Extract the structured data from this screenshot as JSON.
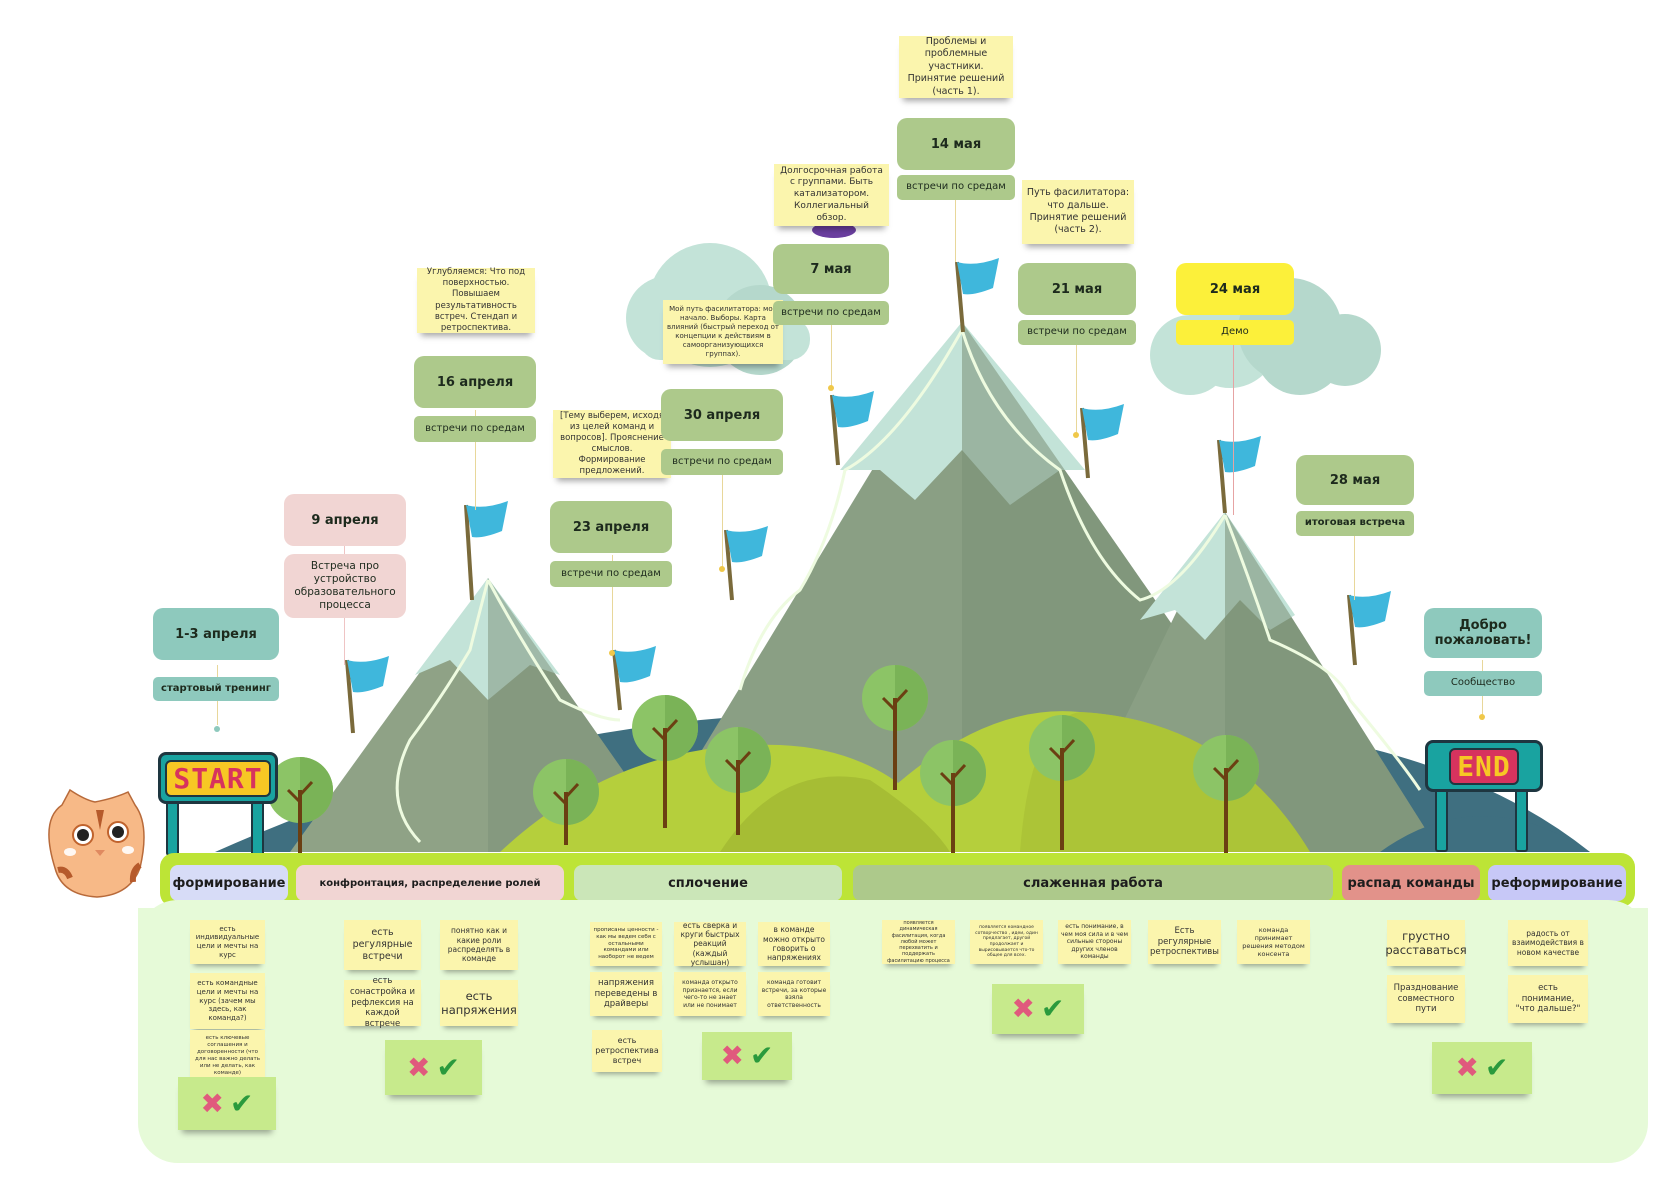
{
  "milestones": [
    {
      "id": "apr1-3",
      "date": "1-3 апреля",
      "subtitle": "стартовый тренинг",
      "color": "#8ec9bd"
    },
    {
      "id": "apr9",
      "date": "9 апреля",
      "subtitle": "Встреча про устройство образовательного процесса",
      "color": "#f1d5d3"
    },
    {
      "id": "apr16",
      "date": "16 апреля",
      "subtitle": "встречи по средам",
      "note": "Углубляемся: Что под поверхностью. Повышаем результативность встреч. Стендап и ретроспектива.",
      "color": "#adc98b"
    },
    {
      "id": "apr23",
      "date": "23 апреля",
      "subtitle": "встречи по средам",
      "note": "[Тему выберем, исходя из целей команд и вопросов]. Прояснение смыслов. Формирование предложений.",
      "color": "#adc98b"
    },
    {
      "id": "apr30",
      "date": "30 апреля",
      "subtitle": "встречи по средам",
      "note": "Мой путь фасилитатора: моё начало. Выборы. Карта влияний (быстрый переход от концепции к действиям в самоорганизующихся группах).",
      "color": "#adc98b"
    },
    {
      "id": "may7",
      "date": "7 мая",
      "subtitle": "встречи по средам",
      "note": "Долгосрочная работа с группами. Быть катализатором. Коллегиальный обзор.",
      "color": "#adc98b"
    },
    {
      "id": "may14",
      "date": "14 мая",
      "subtitle": "встречи по средам",
      "note": "Проблемы и проблемные участники. Принятие решений (часть 1).",
      "color": "#adc98b"
    },
    {
      "id": "may21",
      "date": "21 мая",
      "subtitle": "встречи по средам",
      "note": "Путь фасилитатора: что дальше. Принятие решений (часть 2).",
      "color": "#adc98b"
    },
    {
      "id": "may24",
      "date": "24 мая",
      "subtitle": "Демо",
      "color": "#fcf03a"
    },
    {
      "id": "may28",
      "date": "28 мая",
      "subtitle": "итоговая встреча",
      "color": "#adc98b"
    },
    {
      "id": "welcome",
      "date": "Добро пожаловать!",
      "subtitle": "Сообщество",
      "color": "#8ec9bd"
    }
  ],
  "signs": {
    "start": "START",
    "end": "END"
  },
  "phases": [
    {
      "label": "формирование",
      "color": "#d7dcf7"
    },
    {
      "label": "конфронтация, распределение ролей",
      "color": "#f1d5d3"
    },
    {
      "label": "сплочение",
      "color": "#cbe6b8"
    },
    {
      "label": "слаженная работа",
      "color": "#adc98b"
    },
    {
      "label": "распад команды",
      "color": "#e2928a"
    },
    {
      "label": "реформирование",
      "color": "#c7c8f7"
    }
  ],
  "phase_notes": [
    {
      "phase": "формирование",
      "notes": [
        "есть индивидуальные цели и мечты на курс",
        "есть командные цели и мечты на курс (зачем мы здесь, как команда?)",
        "есть ключевые соглашения и договоренности (что для нас важно делать или не делать, как команде)"
      ]
    },
    {
      "phase": "конфронтация, распределение ролей",
      "notes": [
        "есть регулярные встречи",
        "понятно как и какие роли распределять в команде",
        "есть сонастройка и рефлексия на каждой встрече",
        "есть напряжения"
      ]
    },
    {
      "phase": "сплочение",
      "notes": [
        "прописаны ценности - как мы ведем себя с остальными командами или наоборот не ведем",
        "есть сверка и круги быстрых реакций (каждый услышан)",
        "в команде можно открыто говорить о напряжениях",
        "напряжения переведены в драйверы",
        "команда открыто признается, если чего-то не знает или не понимает",
        "команда готовит встречи, за которые взяла ответственность",
        "есть ретроспектива встреч"
      ]
    },
    {
      "phase": "слаженная работа",
      "notes": [
        "появляется динамическая фасилитация, когда любой может перехватить и поддержать фасилитацию процесса",
        "появляется командное сотворчество , идеи, один предлагает, другой продолжает и вырисовывается что-то общее для всех.",
        "есть понимание, в чем моя сила и в чем сильные стороны других членов команды",
        "Есть регулярные ретроспективы",
        "команда принимает решения методом консента"
      ]
    },
    {
      "phase": "распад команды",
      "notes": [
        "грустно расставаться",
        "Празднование совместного пути"
      ]
    },
    {
      "phase": "реформирование",
      "notes": [
        "радость от взаимодействия в новом качестве",
        "есть понимание, \"что дальше?\""
      ]
    }
  ],
  "vote_icons": [
    "cross-mark-icon",
    "check-mark-icon"
  ],
  "colors": {
    "flag": "#3fb7dc",
    "mountain_dark": "#7f9a7c",
    "mountain_snow": "#bfe3d4",
    "hill_blue": "#3f6f80",
    "hill_green": "#b5cf3c",
    "phase_bar": "#bde436",
    "panel": "#e6fad8"
  }
}
